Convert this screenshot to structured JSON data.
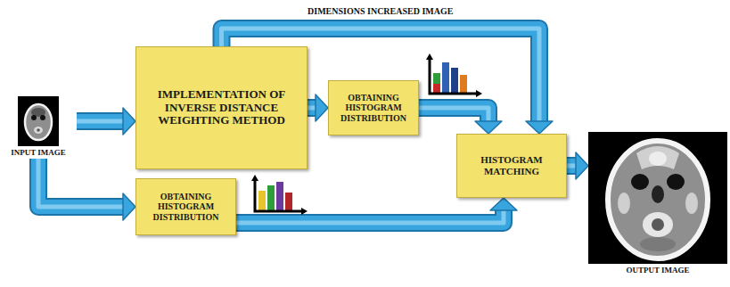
{
  "diagram": {
    "nodes": [
      {
        "text": [
          "INPUT IMAGE"
        ]
      },
      {
        "text": [
          "IMPLEMENTATION OF INVERSE DISTANCE WEIGHTING METHOD"
        ]
      },
      {
        "text": [
          "OBTAINING HISTOGRAM DISTRIBUTION"
        ]
      },
      {
        "text": [
          "OBTAINING HISTOGRAM DISTRIBUTION"
        ]
      },
      {
        "text": [
          "HISTOGRAM MATCHING"
        ]
      },
      {
        "text": [
          "OUTPUT IMAGE"
        ]
      }
    ],
    "edges": [
      {
        "from": 0,
        "to": 1,
        "arrow": "to"
      },
      {
        "from": 0,
        "to": 3,
        "arrow": "to"
      },
      {
        "from": 1,
        "to": 2,
        "arrow": "to"
      },
      {
        "from": 1,
        "to": 4,
        "label": "DIMENSIONS INCREASED IMAGE",
        "arrow": "to"
      },
      {
        "from": 2,
        "to": 4,
        "arrow": "to"
      },
      {
        "from": 3,
        "to": 4,
        "arrow": "to"
      },
      {
        "from": 4,
        "to": 5,
        "arrow": "to"
      }
    ]
  }
}
